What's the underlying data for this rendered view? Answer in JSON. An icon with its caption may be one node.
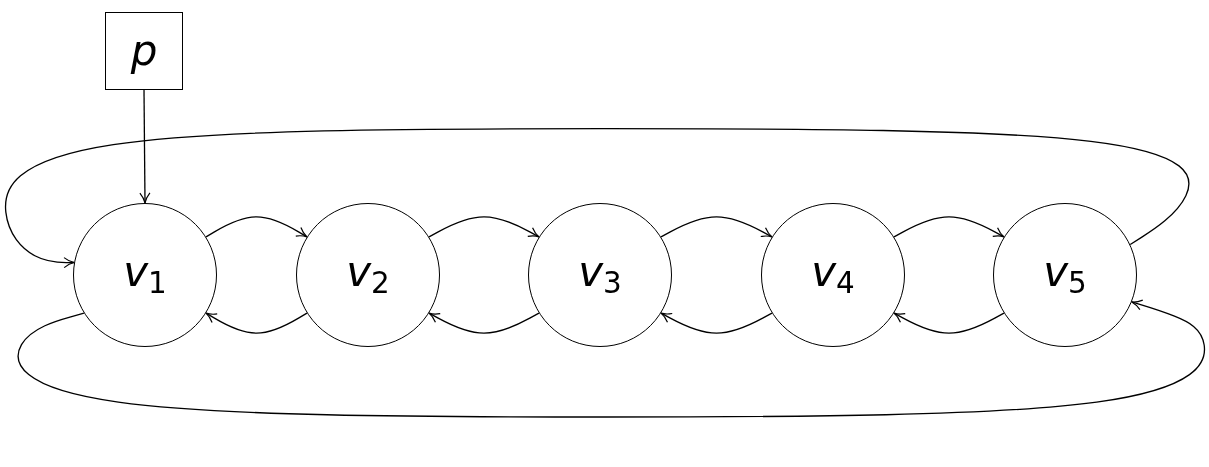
{
  "diagram": {
    "nodes": [
      {
        "text": [
          "*p*"
        ]
      },
      {
        "text": [
          "*v*$_{1}$"
        ]
      },
      {
        "text": [
          "*v*$_{2}$"
        ]
      },
      {
        "text": [
          "*v*$_{3}$"
        ]
      },
      {
        "text": [
          "*v*$_{4}$"
        ]
      },
      {
        "text": [
          "*v*$_{5}$"
        ]
      }
    ],
    "edges": [
      {
        "from": 0,
        "to": 1,
        "arrow": "to"
      },
      {
        "from": 1,
        "to": 2,
        "arrow": "to"
      },
      {
        "from": 2,
        "to": 1,
        "arrow": "to"
      },
      {
        "from": 2,
        "to": 3,
        "arrow": "to"
      },
      {
        "from": 3,
        "to": 2,
        "arrow": "to"
      },
      {
        "from": 3,
        "to": 4,
        "arrow": "to"
      },
      {
        "from": 4,
        "to": 3,
        "arrow": "to"
      },
      {
        "from": 4,
        "to": 5,
        "arrow": "to"
      },
      {
        "from": 5,
        "to": 4,
        "arrow": "to"
      },
      {
        "from": 5,
        "to": 1,
        "arrow": "to"
      },
      {
        "from": 1,
        "to": 5,
        "arrow": "to"
      }
    ]
  }
}
